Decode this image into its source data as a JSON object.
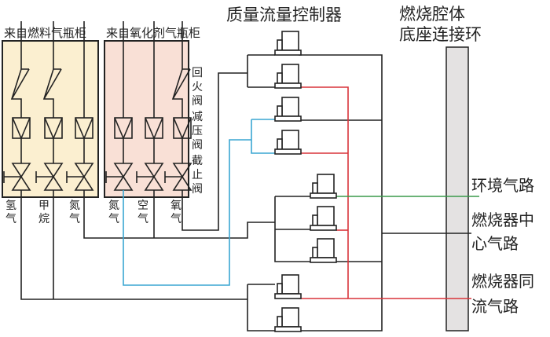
{
  "title": {
    "mfc": "质量流量控制器",
    "ring_line1": "燃烧腔体",
    "ring_line2": "底座连接环"
  },
  "cabinets": {
    "fuel": {
      "label": "来自燃料气瓶柜",
      "color": "#fbefd0",
      "gases": [
        "氢气",
        "甲烷",
        "氮气"
      ]
    },
    "oxidizer": {
      "label": "来自氧化剂气瓶柜",
      "color": "#f9e0d6",
      "gases": [
        "氮气",
        "空气",
        "氧气"
      ]
    }
  },
  "valve_labels": {
    "check_valve": "回火阀",
    "pressure_reducer": "减压阀",
    "shutoff_valve": "截止阀"
  },
  "outputs": {
    "ambient": {
      "line1": "环境气路",
      "color": "#3a9a4a"
    },
    "center": {
      "line1": "燃烧器中",
      "line2": "心气路",
      "color": "#222222"
    },
    "coflow": {
      "line1": "燃烧器同",
      "line2": "流气路",
      "color": "#d9343a"
    }
  },
  "colors": {
    "line": "#222222",
    "red": "#d9343a",
    "blue": "#3aa6d2",
    "green": "#3a9a4a",
    "ring": "#e4e2e2"
  }
}
